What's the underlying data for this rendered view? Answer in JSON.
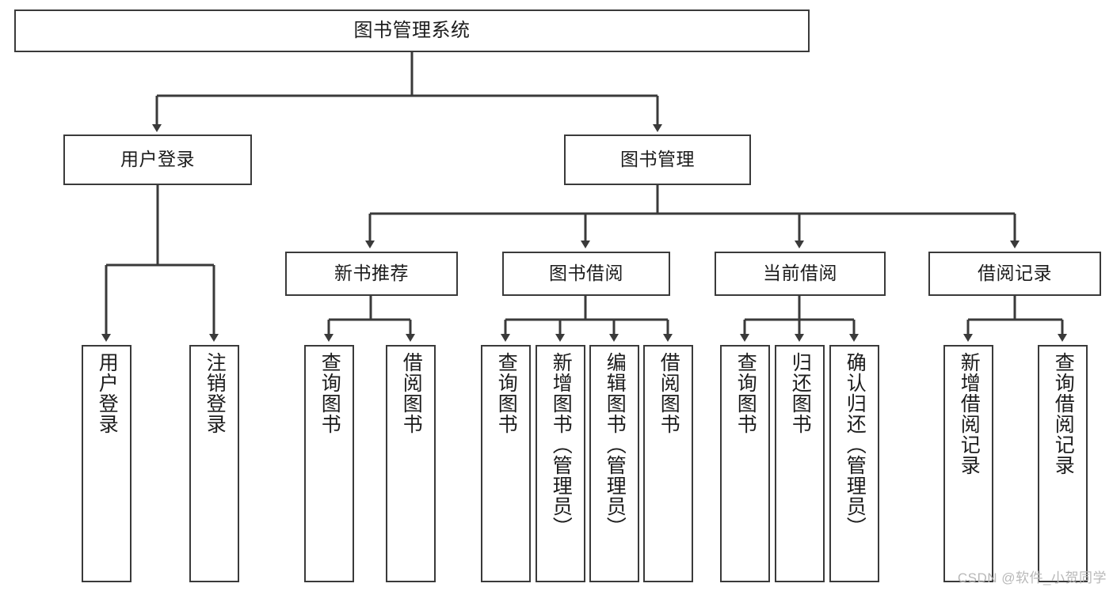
{
  "diagram": {
    "type": "tree-hierarchy",
    "title": "图书管理系统",
    "colors": {
      "box_border": "#3a3a3a",
      "box_fill": "#ffffff",
      "connector": "#3a3a3a",
      "text": "#1c1c1c",
      "watermark": "#b8b8b8",
      "background": "#ffffff"
    },
    "nodes": {
      "root": {
        "label": "图书管理系统"
      },
      "level2": [
        {
          "id": "user-login",
          "label": "用户登录"
        },
        {
          "id": "book-manage",
          "label": "图书管理"
        }
      ],
      "level3": [
        {
          "id": "new-book-recommend",
          "label": "新书推荐"
        },
        {
          "id": "book-borrow",
          "label": "图书借阅"
        },
        {
          "id": "current-borrow",
          "label": "当前借阅"
        },
        {
          "id": "borrow-record",
          "label": "借阅记录"
        }
      ],
      "leaves": {
        "user-login": [
          {
            "id": "leaf-user-login",
            "label": "用户登录"
          },
          {
            "id": "leaf-user-logout",
            "label": "注销登录"
          }
        ],
        "new-book-recommend": [
          {
            "id": "leaf-query-book-1",
            "label": "查询图书"
          },
          {
            "id": "leaf-borrow-book-1",
            "label": "借阅图书"
          }
        ],
        "book-borrow": [
          {
            "id": "leaf-query-book-2",
            "label": "查询图书"
          },
          {
            "id": "leaf-add-book",
            "label": "新增图书（管理员）"
          },
          {
            "id": "leaf-edit-book",
            "label": "编辑图书（管理员）"
          },
          {
            "id": "leaf-borrow-book-2",
            "label": "借阅图书"
          }
        ],
        "current-borrow": [
          {
            "id": "leaf-query-book-3",
            "label": "查询图书"
          },
          {
            "id": "leaf-return-book",
            "label": "归还图书"
          },
          {
            "id": "leaf-confirm-return",
            "label": "确认归还（管理员）"
          }
        ],
        "borrow-record": [
          {
            "id": "leaf-add-record",
            "label": "新增借阅记录"
          },
          {
            "id": "leaf-query-record",
            "label": "查询借阅记录"
          }
        ]
      }
    },
    "watermark": "CSDN @软件_小贺同学"
  }
}
